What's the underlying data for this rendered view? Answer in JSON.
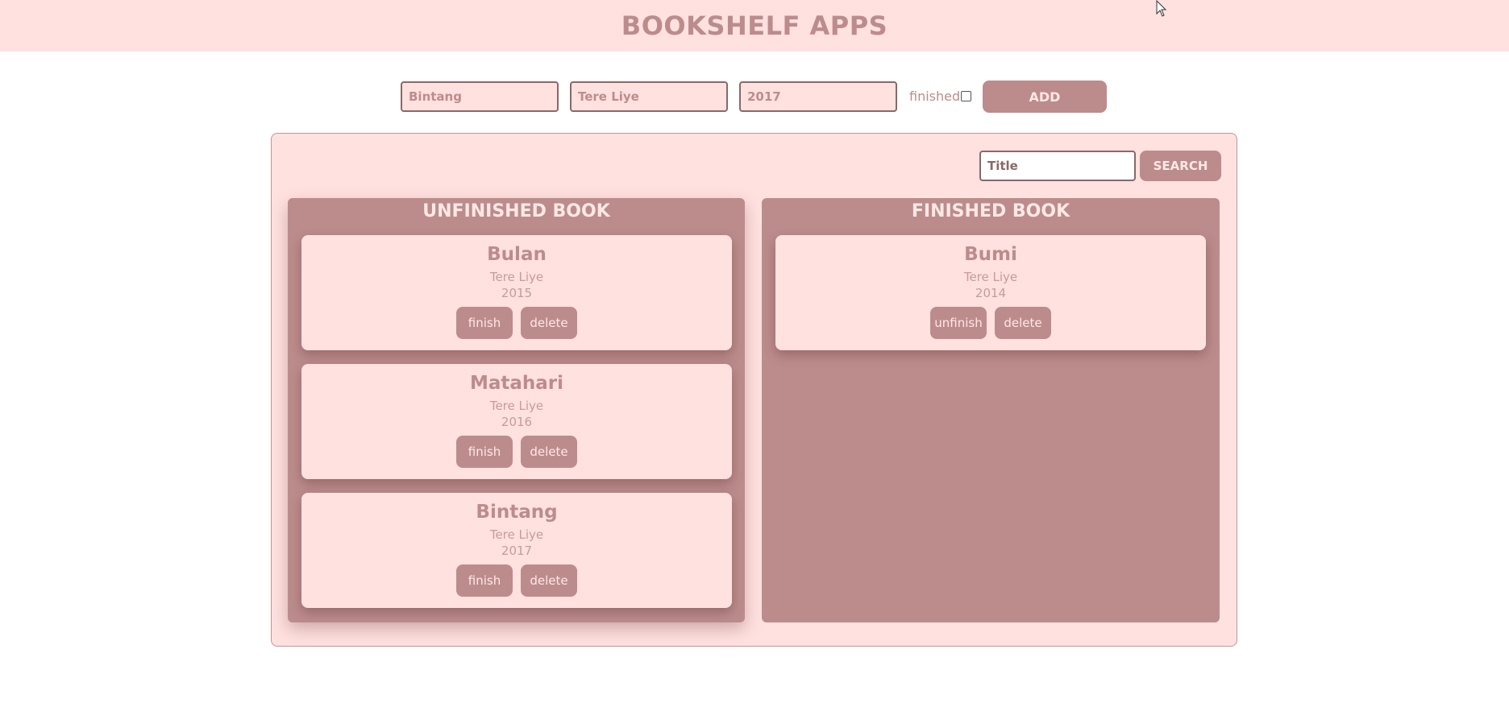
{
  "app": {
    "title": "BOOKSHELF APPS"
  },
  "form": {
    "title_value": "Bintang",
    "author_value": "Tere Liye",
    "year_value": "2017",
    "finished_label": "finished",
    "finished_checked": false,
    "add_label": "ADD"
  },
  "search": {
    "placeholder": "Title",
    "button_label": "SEARCH"
  },
  "shelves": {
    "unfinished": {
      "heading": "UNFINISHED BOOK",
      "books": [
        {
          "title": "Bulan",
          "author": "Tere Liye",
          "year": "2015",
          "action_label": "finish",
          "delete_label": "delete"
        },
        {
          "title": "Matahari",
          "author": "Tere Liye",
          "year": "2016",
          "action_label": "finish",
          "delete_label": "delete"
        },
        {
          "title": "Bintang",
          "author": "Tere Liye",
          "year": "2017",
          "action_label": "finish",
          "delete_label": "delete"
        }
      ]
    },
    "finished": {
      "heading": "FINISHED BOOK",
      "books": [
        {
          "title": "Bumi",
          "author": "Tere Liye",
          "year": "2014",
          "action_label": "unfinish",
          "delete_label": "delete"
        }
      ]
    }
  },
  "colors": {
    "primary": "#bc8c8c",
    "background_light": "#ffe1e0",
    "button_text": "#ffe8e6"
  }
}
